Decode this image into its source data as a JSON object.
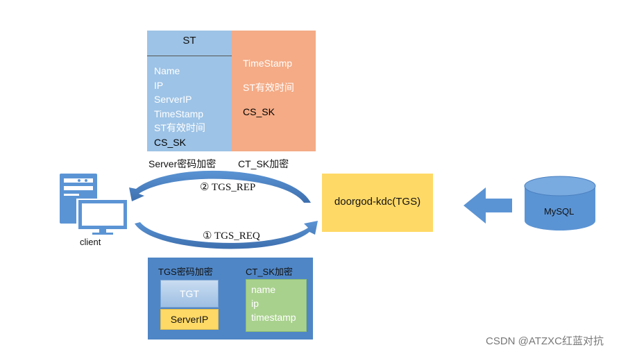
{
  "st_block": {
    "title": "ST",
    "left_fields": [
      "Name",
      "IP",
      "ServerIP",
      "TimeStamp",
      "ST有效时间",
      "CS_SK"
    ],
    "right_fields": [
      "TimeStamp",
      "ST有效时间",
      "CS_SK"
    ],
    "left_caption": "Server密码加密",
    "right_caption": "CT_SK加密"
  },
  "arrows": {
    "rep_label": "② TGS_REP",
    "req_label": "① TGS_REQ"
  },
  "tgs": {
    "label": "doorgod-kdc(TGS)"
  },
  "mysql": {
    "label": "MySQL"
  },
  "client": {
    "label": "client"
  },
  "bottom_block": {
    "left_caption": "TGS密码加密",
    "right_caption": "CT_SK加密",
    "tgt_label": "TGT",
    "serverip_label": "ServerIP",
    "green_fields": [
      "name",
      "ip",
      "timestamp"
    ]
  },
  "watermark": "CSDN @ATZXC红蓝对抗",
  "colors": {
    "st_blue": "#9dc3e6",
    "st_orange": "#f4ab86",
    "tgs_yellow": "#ffd966",
    "arrow_blue": "#4f86c6",
    "green": "#a9d18e"
  }
}
